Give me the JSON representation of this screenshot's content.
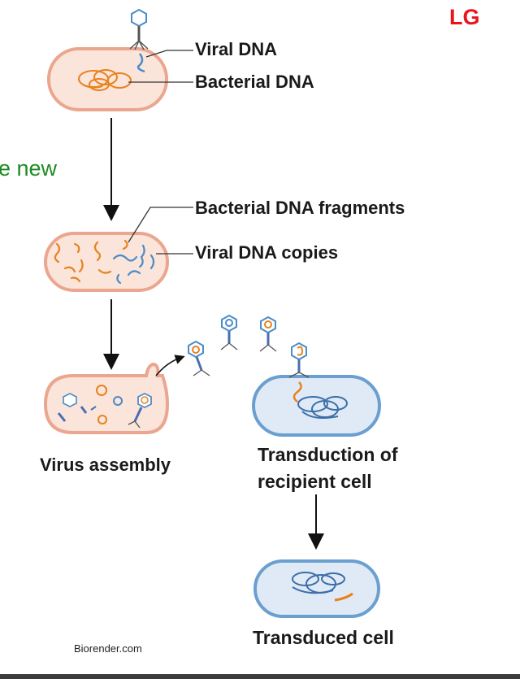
{
  "corner_tag": "LG",
  "partial_text": "e new",
  "credit": "Biorender.com",
  "labels": {
    "viral_dna": "Viral DNA",
    "bacterial_dna": "Bacterial DNA",
    "fragments": "Bacterial DNA fragments",
    "copies": "Viral DNA copies",
    "assembly": "Virus assembly",
    "transduction_line1": "Transduction of",
    "transduction_line2": "recipient cell",
    "transduced": "Transduced cell"
  },
  "colors": {
    "orange": "#e8821d",
    "blue": "#3b78b4",
    "donor_cell_fill": "#fbe4da",
    "donor_cell_stroke": "#eaa68f",
    "recipient_cell_fill": "#dfeaf6",
    "recipient_cell_stroke": "#6b9fd0",
    "tag_red": "#e8151b",
    "partial_text_green": "#1e8a22"
  }
}
